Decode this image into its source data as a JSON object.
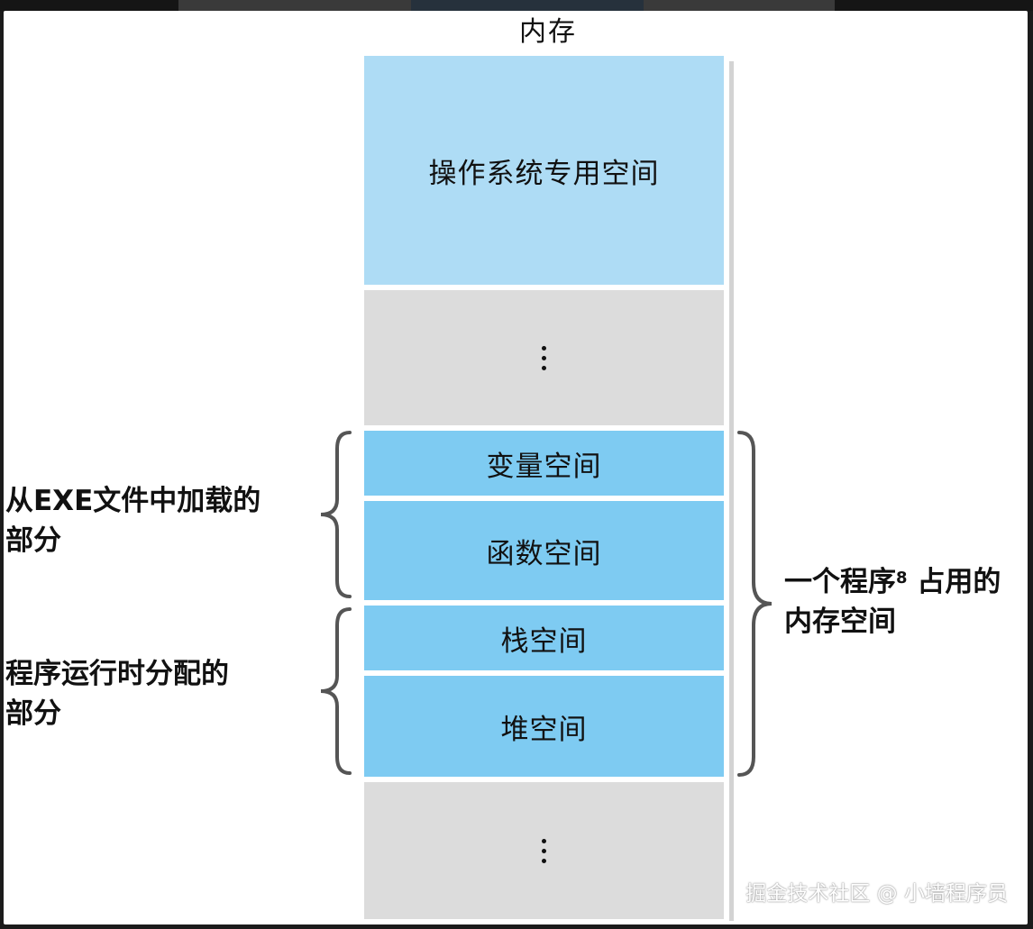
{
  "title": "内存",
  "blocks": {
    "os": "操作系统专用空间",
    "var": "变量空间",
    "func": "函数空间",
    "stack": "栈空间",
    "heap": "堆空间"
  },
  "labels": {
    "exe_line1": "从EXE文件中加载的",
    "exe_line2": "部分",
    "run_line1": "程序运行时分配的",
    "run_line2": "部分",
    "prog_line1_a": "一个程序",
    "prog_line1_sup": "8",
    "prog_line1_b": "占用的",
    "prog_line2": "内存空间"
  },
  "watermark": "掘金技术社区 @ 小墙程序员",
  "colors": {
    "os_block": "#aedcf5",
    "program_block": "#7ecbf2",
    "free_block": "#dcdcdc"
  }
}
